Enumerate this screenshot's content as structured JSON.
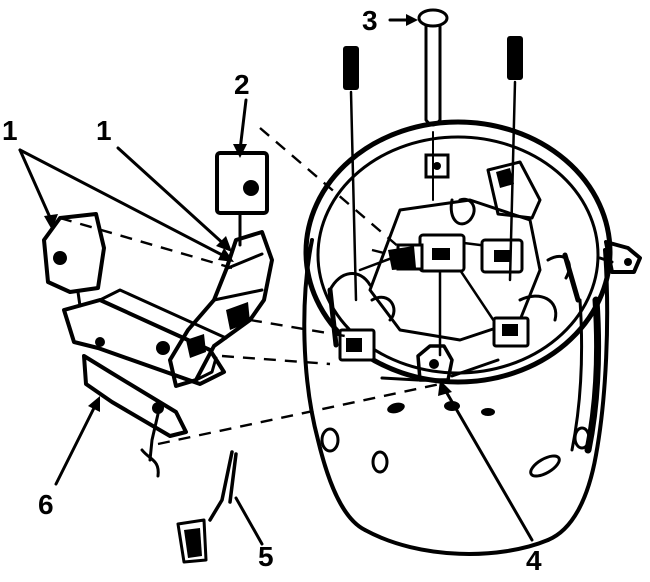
{
  "figure": {
    "callouts": [
      {
        "id": "1a",
        "text": "1"
      },
      {
        "id": "1b",
        "text": "1"
      },
      {
        "id": "2",
        "text": "2"
      },
      {
        "id": "3",
        "text": "3"
      },
      {
        "id": "4",
        "text": "4"
      },
      {
        "id": "5",
        "text": "5"
      },
      {
        "id": "6",
        "text": "6"
      }
    ]
  }
}
